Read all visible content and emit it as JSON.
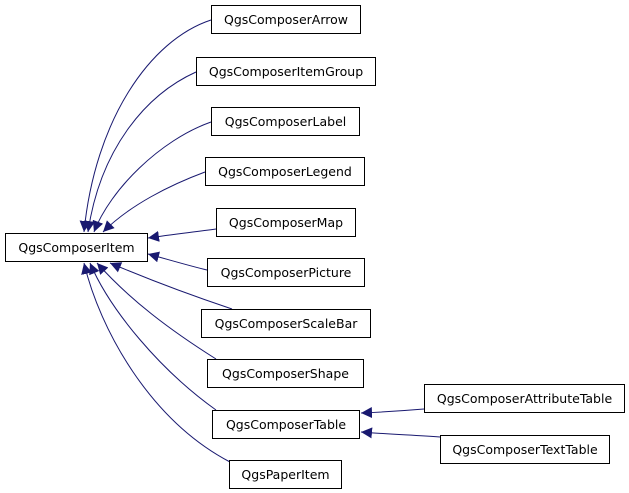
{
  "diagram": {
    "edge_color": "#191970",
    "nodes": [
      {
        "id": "item",
        "label": "QgsComposerItem"
      },
      {
        "id": "arrow",
        "label": "QgsComposerArrow"
      },
      {
        "id": "group",
        "label": "QgsComposerItemGroup"
      },
      {
        "id": "label",
        "label": "QgsComposerLabel"
      },
      {
        "id": "legend",
        "label": "QgsComposerLegend"
      },
      {
        "id": "map",
        "label": "QgsComposerMap"
      },
      {
        "id": "picture",
        "label": "QgsComposerPicture"
      },
      {
        "id": "scalebar",
        "label": "QgsComposerScaleBar"
      },
      {
        "id": "shape",
        "label": "QgsComposerShape"
      },
      {
        "id": "table",
        "label": "QgsComposerTable"
      },
      {
        "id": "paper",
        "label": "QgsPaperItem"
      },
      {
        "id": "attrtable",
        "label": "QgsComposerAttributeTable"
      },
      {
        "id": "texttable",
        "label": "QgsComposerTextTable"
      }
    ],
    "edges": [
      {
        "from": "arrow",
        "to": "item"
      },
      {
        "from": "group",
        "to": "item"
      },
      {
        "from": "label",
        "to": "item"
      },
      {
        "from": "legend",
        "to": "item"
      },
      {
        "from": "map",
        "to": "item"
      },
      {
        "from": "picture",
        "to": "item"
      },
      {
        "from": "scalebar",
        "to": "item"
      },
      {
        "from": "shape",
        "to": "item"
      },
      {
        "from": "table",
        "to": "item"
      },
      {
        "from": "paper",
        "to": "item"
      },
      {
        "from": "attrtable",
        "to": "table"
      },
      {
        "from": "texttable",
        "to": "table"
      }
    ]
  }
}
